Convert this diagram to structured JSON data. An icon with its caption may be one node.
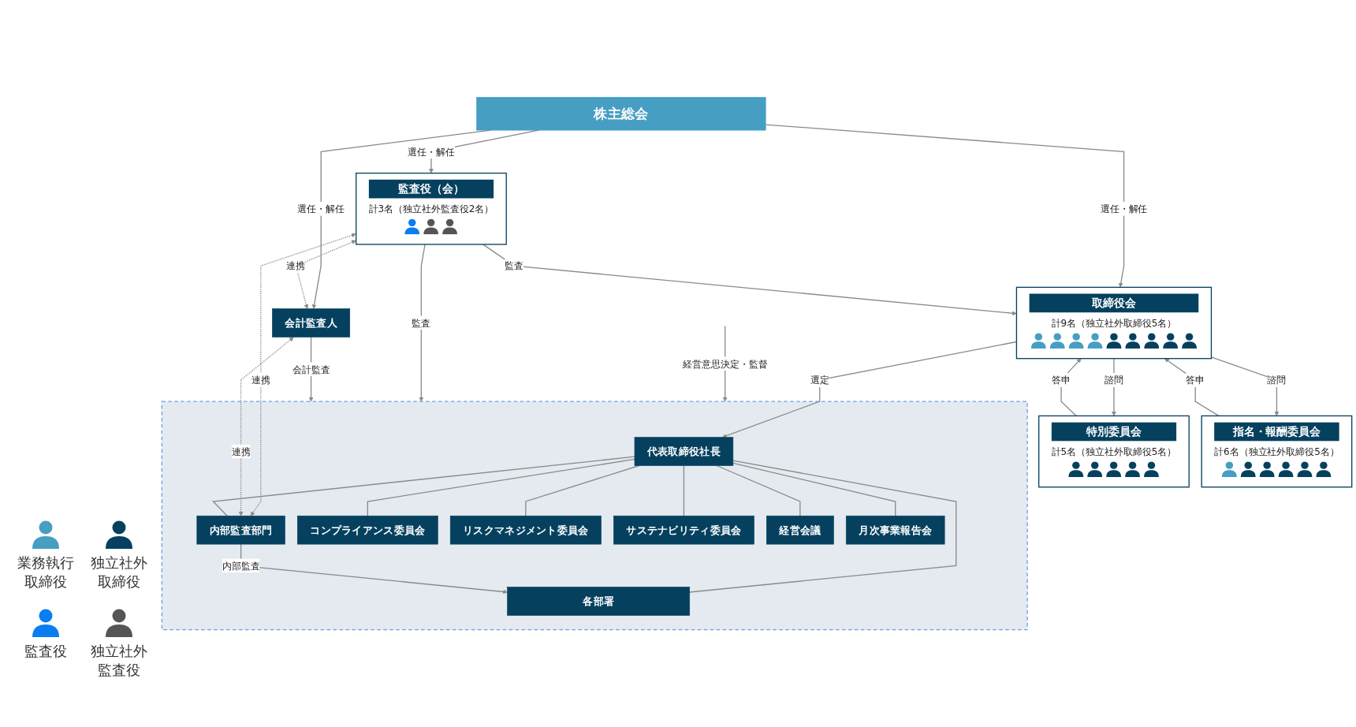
{
  "diagram": {
    "nodes": [
      {
        "text": [
          "株主総会"
        ]
      },
      {
        "text": [
          "取締役会",
          "計9名（独立社外取締役5名）"
        ]
      },
      {
        "text": [
          "監査役（会）",
          "計3名（独立社外監査役2名）"
        ]
      },
      {
        "text": [
          "特別委員会",
          "計5名（独立社外取締役5名）"
        ]
      },
      {
        "text": [
          "指名・報酬委員会",
          "計6名（独立社外取締役5名）"
        ]
      },
      {
        "text": [
          "会計監査人"
        ]
      },
      {
        "text": [],
        "shape": "box"
      },
      {
        "text": [
          "代表取締役社長"
        ],
        "in": 6
      },
      {
        "text": [
          "内部監査部門"
        ],
        "in": 6
      },
      {
        "text": [
          "コンプライアンス委員会"
        ],
        "in": 6
      },
      {
        "text": [
          "リスクマネジメント委員会"
        ],
        "in": 6
      },
      {
        "text": [
          "サステナビリティ委員会"
        ],
        "in": 6
      },
      {
        "text": [
          "経営会議"
        ],
        "in": 6
      },
      {
        "text": [
          "月次事業報告会"
        ],
        "in": 6
      },
      {
        "text": [
          "各部署"
        ],
        "in": 6
      }
    ],
    "edges": [
      {
        "from": 0,
        "to": 1,
        "arrow": "to",
        "label": "選任・解任"
      },
      {
        "from": 0,
        "to": 2,
        "arrow": "to",
        "label": "選任・解任"
      },
      {
        "from": 0,
        "to": 5,
        "arrow": "to",
        "label": "選任・解任"
      },
      {
        "from": 2,
        "to": 1,
        "arrow": "to",
        "label": "監査"
      },
      {
        "from": 1,
        "to": 3,
        "arrow": "to",
        "label": "諮問"
      },
      {
        "from": 3,
        "to": 1,
        "arrow": "to",
        "label": "答申"
      },
      {
        "from": 1,
        "to": 4,
        "arrow": "to",
        "label": "諮問"
      },
      {
        "from": 4,
        "to": 1,
        "arrow": "to",
        "label": "答申"
      },
      {
        "from": 1,
        "to": 7,
        "arrow": "to",
        "label": "選定"
      },
      {
        "from": null,
        "to": 6,
        "arrow": "to",
        "label": "経営意思決定・監督"
      },
      {
        "from": 2,
        "to": 6,
        "arrow": "to",
        "label": "監査"
      },
      {
        "from": 2,
        "to": 8,
        "arrow": "both",
        "label": "連携",
        "style": "dashed"
      },
      {
        "from": 2,
        "to": 5,
        "arrow": "both",
        "label": "連携",
        "style": "dashed"
      },
      {
        "from": 5,
        "to": 8,
        "arrow": "both",
        "label": "連携",
        "style": "dashed"
      },
      {
        "from": 5,
        "to": 6,
        "arrow": "to",
        "label": "会計監査"
      },
      {
        "from": 7,
        "to": 8,
        "arrow": "none"
      },
      {
        "from": 7,
        "to": 9,
        "arrow": "none"
      },
      {
        "from": 7,
        "to": 10,
        "arrow": "none"
      },
      {
        "from": 7,
        "to": 11,
        "arrow": "none"
      },
      {
        "from": 7,
        "to": 12,
        "arrow": "none"
      },
      {
        "from": 7,
        "to": 13,
        "arrow": "none"
      },
      {
        "from": 7,
        "to": 14,
        "arrow": "none"
      },
      {
        "from": 8,
        "to": 14,
        "arrow": "to",
        "label": "内部監査"
      }
    ],
    "legend": [
      {
        "text": "業務執行取締役",
        "color": "#479ec3"
      },
      {
        "text": "独立社外取締役",
        "color": "#05415f"
      },
      {
        "text": "監査役",
        "color": "#0a7df0"
      },
      {
        "text": "独立社外監査役",
        "color": "#555555"
      }
    ]
  }
}
